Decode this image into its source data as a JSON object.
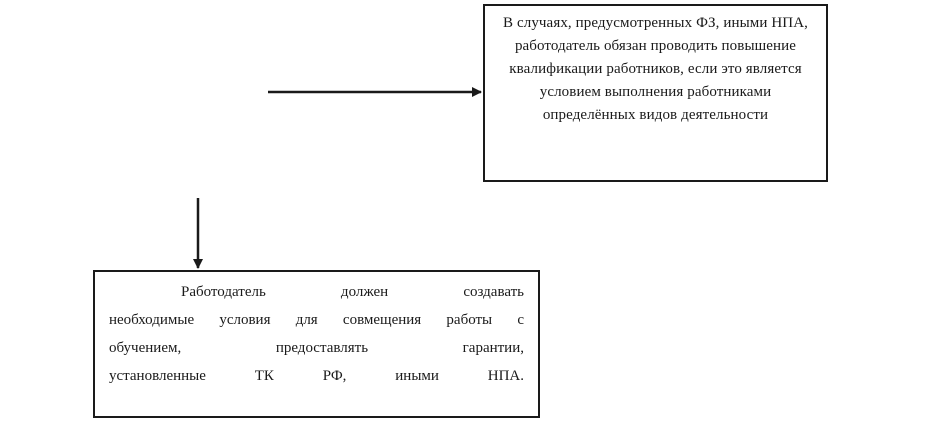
{
  "diagram": {
    "top_box": {
      "text": "В случаях, предусмотренных ФЗ, иными НПА, работодатель обязан проводить повышение квалификации работников, если это является условием выполнения работниками определённых видов деятельности"
    },
    "bottom_box": {
      "lines": [
        "Работодатель должен создавать",
        "необходимые условия для совмещения работы с",
        "обучением, предоставлять гарантии,",
        "установленные ТК РФ, иными НПА."
      ]
    }
  }
}
